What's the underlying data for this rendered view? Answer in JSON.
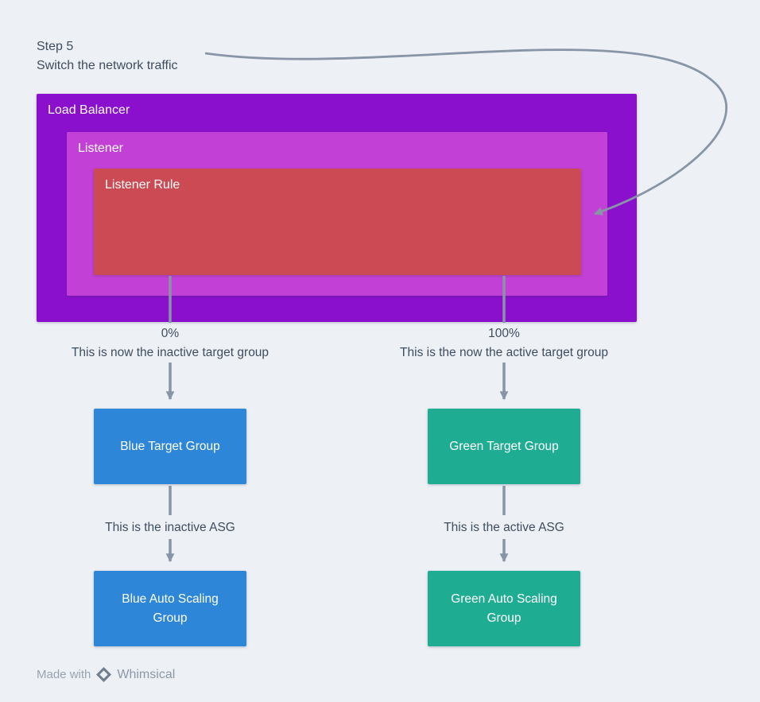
{
  "step": {
    "line1": "Step 5",
    "line2": "Switch the network traffic"
  },
  "load_balancer": {
    "label": "Load Balancer"
  },
  "listener": {
    "label": "Listener"
  },
  "listener_rule": {
    "label": "Listener Rule"
  },
  "left_branch": {
    "percent": "0%",
    "caption": "This is now the inactive target group",
    "target_group": "Blue Target Group",
    "asg_caption": "This is the inactive ASG",
    "asg": "Blue Auto Scaling Group"
  },
  "right_branch": {
    "percent": "100%",
    "caption": "This is the now the active target group",
    "target_group": "Green Target Group",
    "asg_caption": "This is the active ASG",
    "asg": "Green Auto Scaling Group"
  },
  "footer": {
    "made_with": "Made with",
    "brand": "Whimsical"
  },
  "colors": {
    "background": "#edf1f6",
    "load_balancer": "#8b10ce",
    "listener": "#c340d6",
    "listener_rule": "#cb4a54",
    "blue_node": "#2d86d8",
    "green_node": "#1ead92",
    "arrow": "#8795a7",
    "text": "#3e4d5e"
  }
}
